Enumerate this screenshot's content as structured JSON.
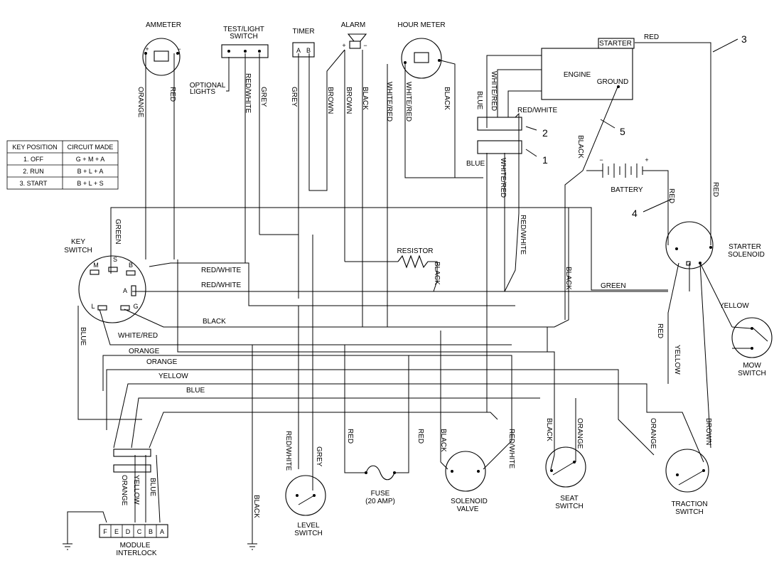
{
  "components": {
    "ammeter": "AMMETER",
    "test_light_switch": [
      "TEST/LIGHT",
      "SWITCH"
    ],
    "timer": "TIMER",
    "alarm": "ALARM",
    "hour_meter": "HOUR METER",
    "starter": "STARTER",
    "engine": "ENGINE",
    "ground": "GROUND",
    "battery": "BATTERY",
    "key_switch": [
      "KEY",
      "SWITCH"
    ],
    "resistor": "RESISTOR",
    "starter_solenoid": [
      "STARTER",
      "SOLENOID"
    ],
    "mow_switch": [
      "MOW",
      "SWITCH"
    ],
    "optional_lights": [
      "OPTIONAL",
      "LIGHTS"
    ],
    "level_switch": [
      "LEVEL",
      "SWITCH"
    ],
    "fuse": [
      "FUSE",
      "(20 AMP)"
    ],
    "solenoid_valve": [
      "SOLENOID",
      "VALVE"
    ],
    "seat_switch": [
      "SEAT",
      "SWITCH"
    ],
    "traction_switch": [
      "TRACTION",
      "SWITCH"
    ],
    "module_interlock": [
      "MODULE",
      "INTERLOCK"
    ]
  },
  "terminals": {
    "ammeter": [
      "+",
      "−"
    ],
    "timer": [
      "A",
      "B"
    ],
    "alarm": [
      "+",
      "−"
    ],
    "battery": [
      "−",
      "+"
    ],
    "key_switch": [
      "M",
      "S",
      "B",
      "A",
      "L",
      "G"
    ],
    "module": [
      "F",
      "E",
      "D",
      "C",
      "B",
      "A"
    ]
  },
  "callouts": [
    "1",
    "2",
    "3",
    "4",
    "5"
  ],
  "wire_labels": {
    "ammeter_orange": "ORANGE",
    "ammeter_red": "RED",
    "test_red_white": "RED/WHITE",
    "test_grey": "GREY",
    "timer_grey": "GREY",
    "alarm_brown": "BROWN",
    "alarm_brown2": "BROWN",
    "alarm_black": "BLACK",
    "hm_white_red": "WHITE/RED",
    "hm_white_red2": "WHITE/RED",
    "hm_black": "BLACK",
    "eng_white_red": "WHITE/RED",
    "eng_blue": "BLUE",
    "eng_red_white": "RED/WHITE",
    "c1_blue": "BLUE",
    "c1_white_red": "WHITE/RED",
    "starter_red": "RED",
    "ground_black": "BLACK",
    "batt_red": "RED",
    "sol_red": "RED",
    "mid_red_white": "RED/WHITE",
    "mid_black": "BLACK",
    "key_green": "GREEN",
    "key_blue": "BLUE",
    "ks_red_white_1": "RED/WHITE",
    "ks_red_white_2": "RED/WHITE",
    "ks_black": "BLACK",
    "ks_white_red": "WHITE/RED",
    "res_black": "BLACK",
    "green_bus": "GREEN",
    "red_right": "RED",
    "yellow_mow": "YELLOW",
    "yellow_right": "YELLOW",
    "bus_orange_1": "ORANGE",
    "bus_orange_2": "ORANGE",
    "bus_yellow": "YELLOW",
    "bus_blue": "BLUE",
    "mod_orange": "ORANGE",
    "mod_yellow": "YELLOW",
    "mod_blue": "BLUE",
    "lvl_red_white": "RED/WHITE",
    "lvl_grey": "GREY",
    "gnd_black": "BLACK",
    "fuse_red_1": "RED",
    "fuse_red_2": "RED",
    "sv_black": "BLACK",
    "sv_red_white": "RED/WHITE",
    "seat_black": "BLACK",
    "seat_orange": "ORANGE",
    "tr_orange": "ORANGE",
    "tr_brown": "BROWN"
  },
  "key_table": {
    "headers": [
      "KEY POSITION",
      "CIRCUIT MADE"
    ],
    "rows": [
      [
        "1. OFF",
        "G + M + A"
      ],
      [
        "2. RUN",
        "B + L + A"
      ],
      [
        "3. START",
        "B + L + S"
      ]
    ]
  }
}
